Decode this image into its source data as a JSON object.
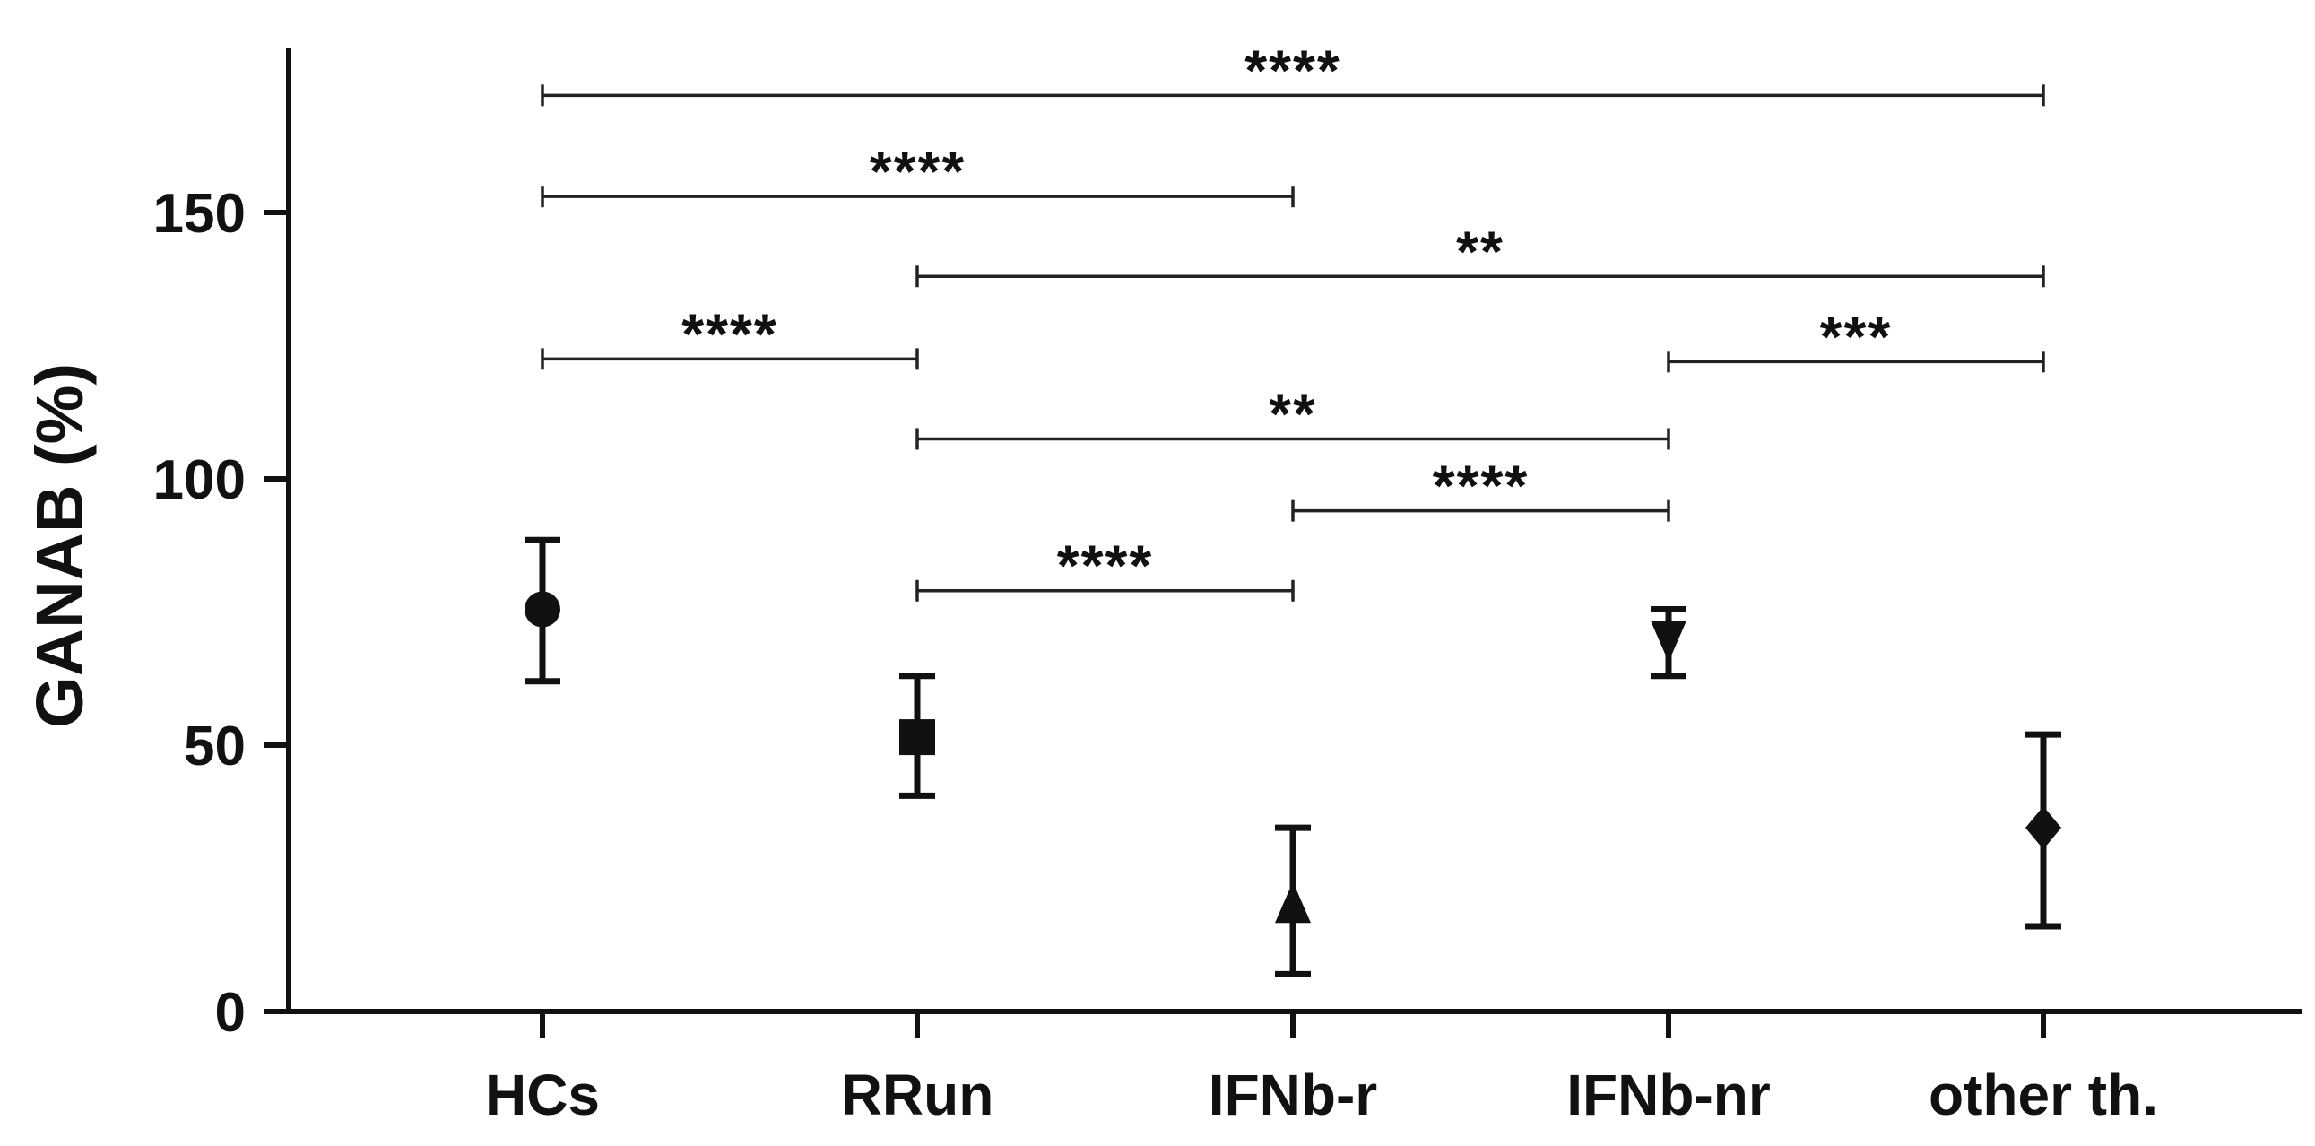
{
  "chart_data": {
    "type": "scatter",
    "categories": [
      "HCs",
      "RRun",
      "IFNb-r",
      "IFNb-nr",
      "other th."
    ],
    "series": [
      {
        "marker_shapes": [
          "circle",
          "square",
          "triangle-up",
          "triangle-down",
          "diamond"
        ],
        "values": [
          75.5,
          51.5,
          20,
          70,
          34.5
        ],
        "error_low": [
          62,
          40.5,
          7,
          63,
          16
        ],
        "error_high": [
          88.5,
          63,
          34.5,
          75.5,
          52
        ]
      }
    ],
    "ylabel": "GANAB (%)",
    "xlabel": "",
    "ylim": [
      0,
      180
    ],
    "yticks": [
      0,
      50,
      100,
      150
    ],
    "ytick_labels": [
      "0",
      "50",
      "100",
      "150"
    ],
    "grid": false,
    "significance": [
      {
        "from": "HCs",
        "to": "other th.",
        "label": "****",
        "y": 172
      },
      {
        "from": "HCs",
        "to": "IFNb-r",
        "label": "****",
        "y": 153
      },
      {
        "from": "RRun",
        "to": "other th.",
        "label": "**",
        "y": 138
      },
      {
        "from": "HCs",
        "to": "RRun",
        "label": "****",
        "y": 122.5
      },
      {
        "from": "IFNb-nr",
        "to": "other th.",
        "label": "***",
        "y": 122
      },
      {
        "from": "RRun",
        "to": "IFNb-nr",
        "label": "**",
        "y": 107.5
      },
      {
        "from": "IFNb-r",
        "to": "IFNb-nr",
        "label": "****",
        "y": 94
      },
      {
        "from": "RRun",
        "to": "IFNb-r",
        "label": "****",
        "y": 79
      }
    ]
  }
}
